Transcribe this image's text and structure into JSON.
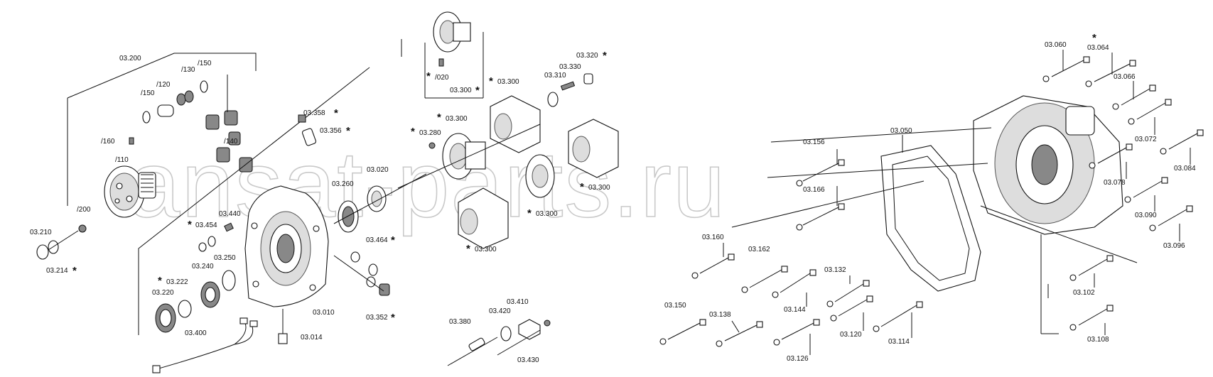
{
  "watermark": "ansat-parts.ru",
  "labels": {
    "l03_200": "03.200",
    "l150a": "/150",
    "l130": "/130",
    "l120": "/120",
    "l150b": "/150",
    "l160": "/160",
    "l140": "/140",
    "l110": "/110",
    "l200": "/200",
    "l03_210": "03.210",
    "l03_214": "03.214",
    "l03_358": "03.358",
    "l03_356": "03.356",
    "l03_440": "03.440",
    "l03_454": "03.454",
    "l03_250": "03.250",
    "l03_240": "03.240",
    "l03_222": "03.222",
    "l03_220": "03.220",
    "l03_400": "03.400",
    "l03_014": "03.014",
    "l03_010": "03.010",
    "l03_260": "03.260",
    "l03_020": "03.020",
    "l03_464": "03.464",
    "l03_352": "03.352",
    "l020": "/020",
    "l03_300a": "03.300",
    "l03_300b": "03.300",
    "l03_300c": "03.300",
    "l03_300d": "03.300",
    "l03_300e": "03.300",
    "l03_300f": "03.300",
    "l03_280": "03.280",
    "l03_310": "03.310",
    "l03_330": "03.330",
    "l03_320": "03.320",
    "l03_410": "03.410",
    "l03_420": "03.420",
    "l03_380": "03.380",
    "l03_430": "03.430",
    "l03_050": "03.050",
    "l03_156": "03.156",
    "l03_166": "03.166",
    "l03_160": "03.160",
    "l03_162": "03.162",
    "l03_132": "03.132",
    "l03_144": "03.144",
    "l03_150": "03.150",
    "l03_138": "03.138",
    "l03_126": "03.126",
    "l03_120": "03.120",
    "l03_114": "03.114",
    "l03_060": "03.060",
    "l03_064": "03.064",
    "l03_066": "03.066",
    "l03_072": "03.072",
    "l03_078": "03.078",
    "l03_084": "03.084",
    "l03_090": "03.090",
    "l03_096": "03.096",
    "l03_102": "03.102",
    "l03_108": "03.108"
  },
  "marker_symbol": "*",
  "colors": {
    "lines": "#111111",
    "watermark": "#c9c9c9",
    "background": "#ffffff"
  }
}
